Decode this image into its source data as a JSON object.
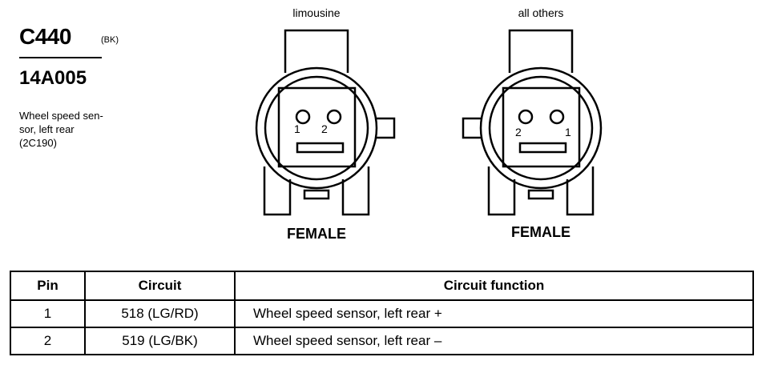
{
  "connector": {
    "id": "C440",
    "color_code": "(BK)",
    "part_number": "14A005",
    "description_lines": [
      "Wheel speed sen-",
      "sor, left rear",
      "(2C190)"
    ]
  },
  "views": [
    {
      "label": "limousine",
      "gender": "FEMALE",
      "pin_left": "1",
      "pin_right": "2"
    },
    {
      "label": "all others",
      "gender": "FEMALE",
      "pin_left": "2",
      "pin_right": "1"
    }
  ],
  "table": {
    "headers": [
      "Pin",
      "Circuit",
      "Circuit function"
    ],
    "rows": [
      {
        "pin": "1",
        "circuit": "518 (LG/RD)",
        "function": "Wheel speed sensor, left rear  +"
      },
      {
        "pin": "2",
        "circuit": "519 (LG/BK)",
        "function": "Wheel speed sensor, left rear  –"
      }
    ]
  }
}
